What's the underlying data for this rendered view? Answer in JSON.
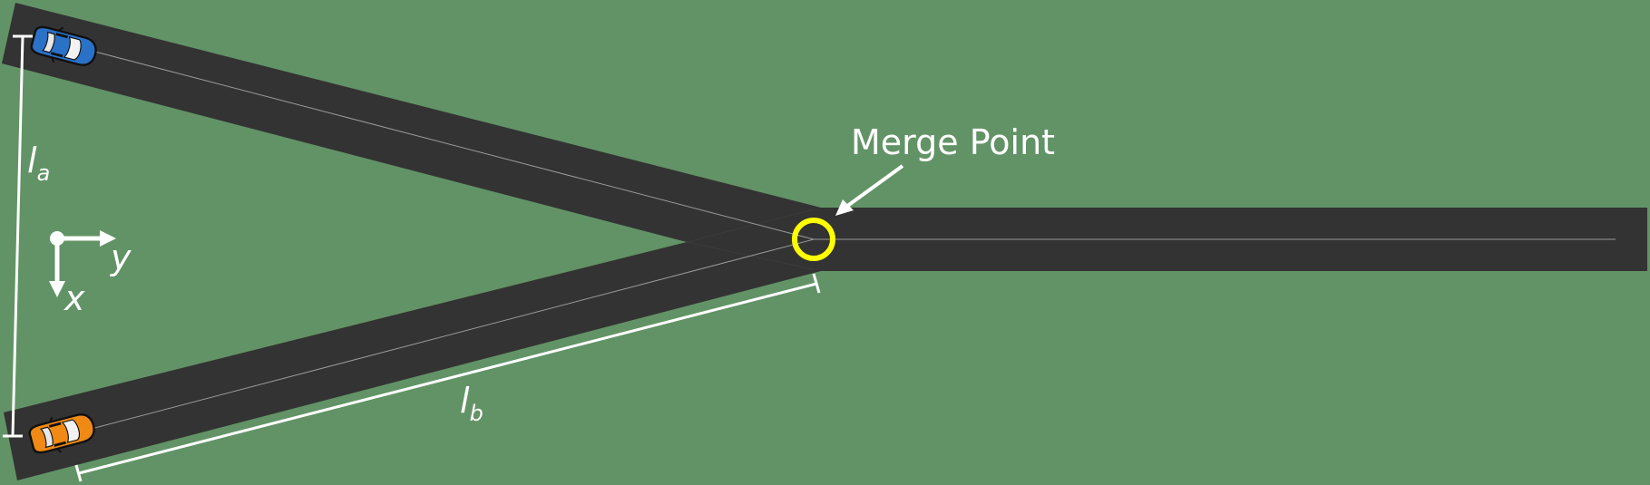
{
  "diagram": {
    "colors": {
      "grass": "#629366",
      "asphalt": "#333333",
      "lane_line": "#9a9a9a",
      "annotation": "#ffffff",
      "merge_marker": "#ffff00",
      "vehicle_a": "#2a72c8",
      "vehicle_b": "#f08a14"
    },
    "labels": {
      "merge_point": "Merge Point",
      "length_a_symbol": "l",
      "length_a_subscript": "a",
      "length_b_symbol": "l",
      "length_b_subscript": "b",
      "axis_x": "x",
      "axis_y": "y"
    },
    "icons": {
      "vehicle_a": "car-top-view-icon",
      "vehicle_b": "car-top-view-icon",
      "merge_marker": "circle-icon",
      "merge_pointer": "arrow-icon",
      "axes": "coordinate-axes-icon"
    }
  }
}
